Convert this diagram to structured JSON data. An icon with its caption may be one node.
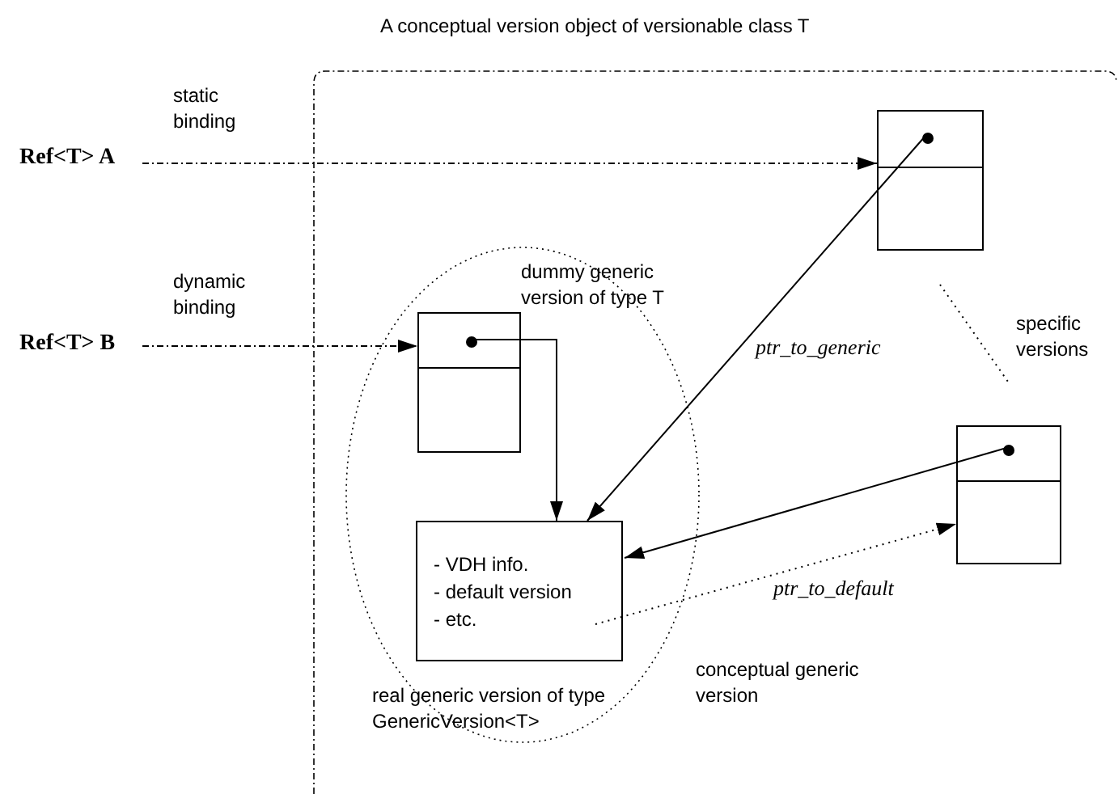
{
  "diagram": {
    "title": "A conceptual version object of versionable class T",
    "nodes": [
      {
        "text": [],
        "shape": "box"
      },
      {
        "text": [
          "Ref<T> A"
        ]
      },
      {
        "text": [
          "Ref<T> B"
        ]
      },
      {
        "text": [],
        "shape": "ellipse",
        "in": 0,
        "beside": [
          "conceptual generic version"
        ]
      },
      {
        "text": [],
        "shape": "box",
        "in": 3,
        "beside": [
          "dummy generic version of type T"
        ]
      },
      {
        "text": [
          "- VDH info.",
          "- default version",
          "- etc."
        ],
        "in": 3,
        "beside": [
          "real generic version of type GenericVersion<T>"
        ]
      },
      {
        "text": [],
        "shape": "box",
        "in": 0
      },
      {
        "text": [],
        "shape": "box",
        "in": 0
      }
    ],
    "edges": [
      {
        "from": 1,
        "to": 6,
        "arrow": "to",
        "style": "dashed"
      },
      {
        "from": 2,
        "to": 4,
        "arrow": "to",
        "style": "dashed"
      },
      {
        "from": 4,
        "to": 5,
        "arrow": "to"
      },
      {
        "from": 6,
        "to": 5,
        "arrow": "to",
        "label": "ptr_to_generic"
      },
      {
        "from": 7,
        "to": 5,
        "arrow": "to"
      },
      {
        "from": 5,
        "to": 7,
        "arrow": "to",
        "style": "dashed",
        "label": "ptr_to_default"
      },
      {
        "from": 6,
        "to": 7,
        "arrow": "none",
        "style": "dashed"
      }
    ],
    "labels": [
      "static binding",
      "dynamic binding",
      "specific versions"
    ]
  }
}
